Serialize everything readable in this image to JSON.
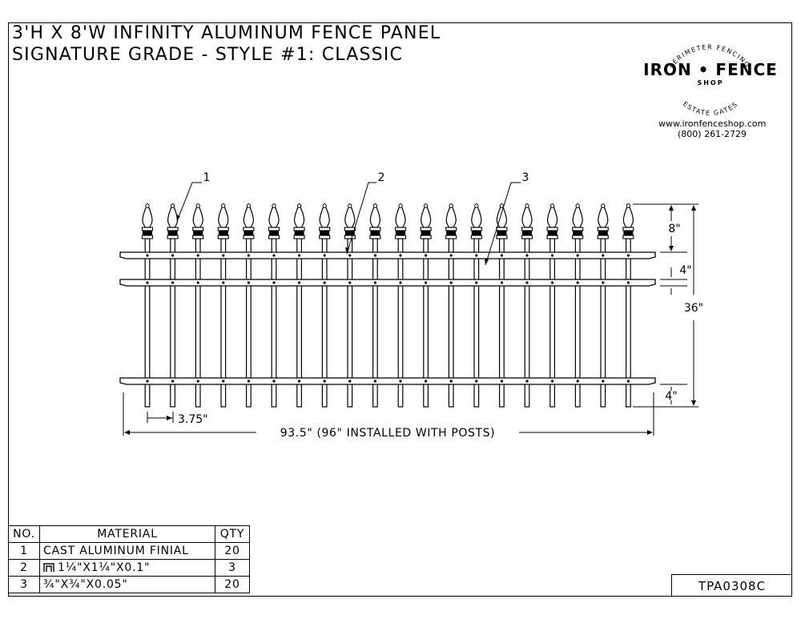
{
  "title": {
    "line1": "3'H X 8'W INFINITY ALUMINUM FENCE PANEL",
    "line2": "SIGNATURE GRADE - STYLE #1: CLASSIC"
  },
  "logo": {
    "top_arc": "PERIMETER FENCING",
    "brand": "IRON • FENCE",
    "sub": "SHOP",
    "bottom_arc": "ESTATE GATES",
    "website": "www.ironfenceshop.com",
    "phone": "(800) 261-2729"
  },
  "drawing": {
    "picket_count": 20,
    "callouts": [
      "1",
      "2",
      "3"
    ],
    "dimensions": {
      "finial_height": "8\"",
      "rail_top": "4\"",
      "total_height": "36\"",
      "rail_bottom": "4\"",
      "spacing": "3.75\"",
      "width": "93.5\" (96\" INSTALLED WITH POSTS)"
    }
  },
  "bom": {
    "headers": [
      "NO.",
      "MATERIAL",
      "QTY"
    ],
    "rows": [
      {
        "no": "1",
        "material": "CAST ALUMINUM FINIAL",
        "qty": "20"
      },
      {
        "no": "2",
        "material": "1¼\"X1¼\"X0.1\"",
        "qty": "3"
      },
      {
        "no": "3",
        "material": "¾\"X¾\"X0.05\"",
        "qty": "20"
      }
    ]
  },
  "drawing_number": "TPA0308C"
}
